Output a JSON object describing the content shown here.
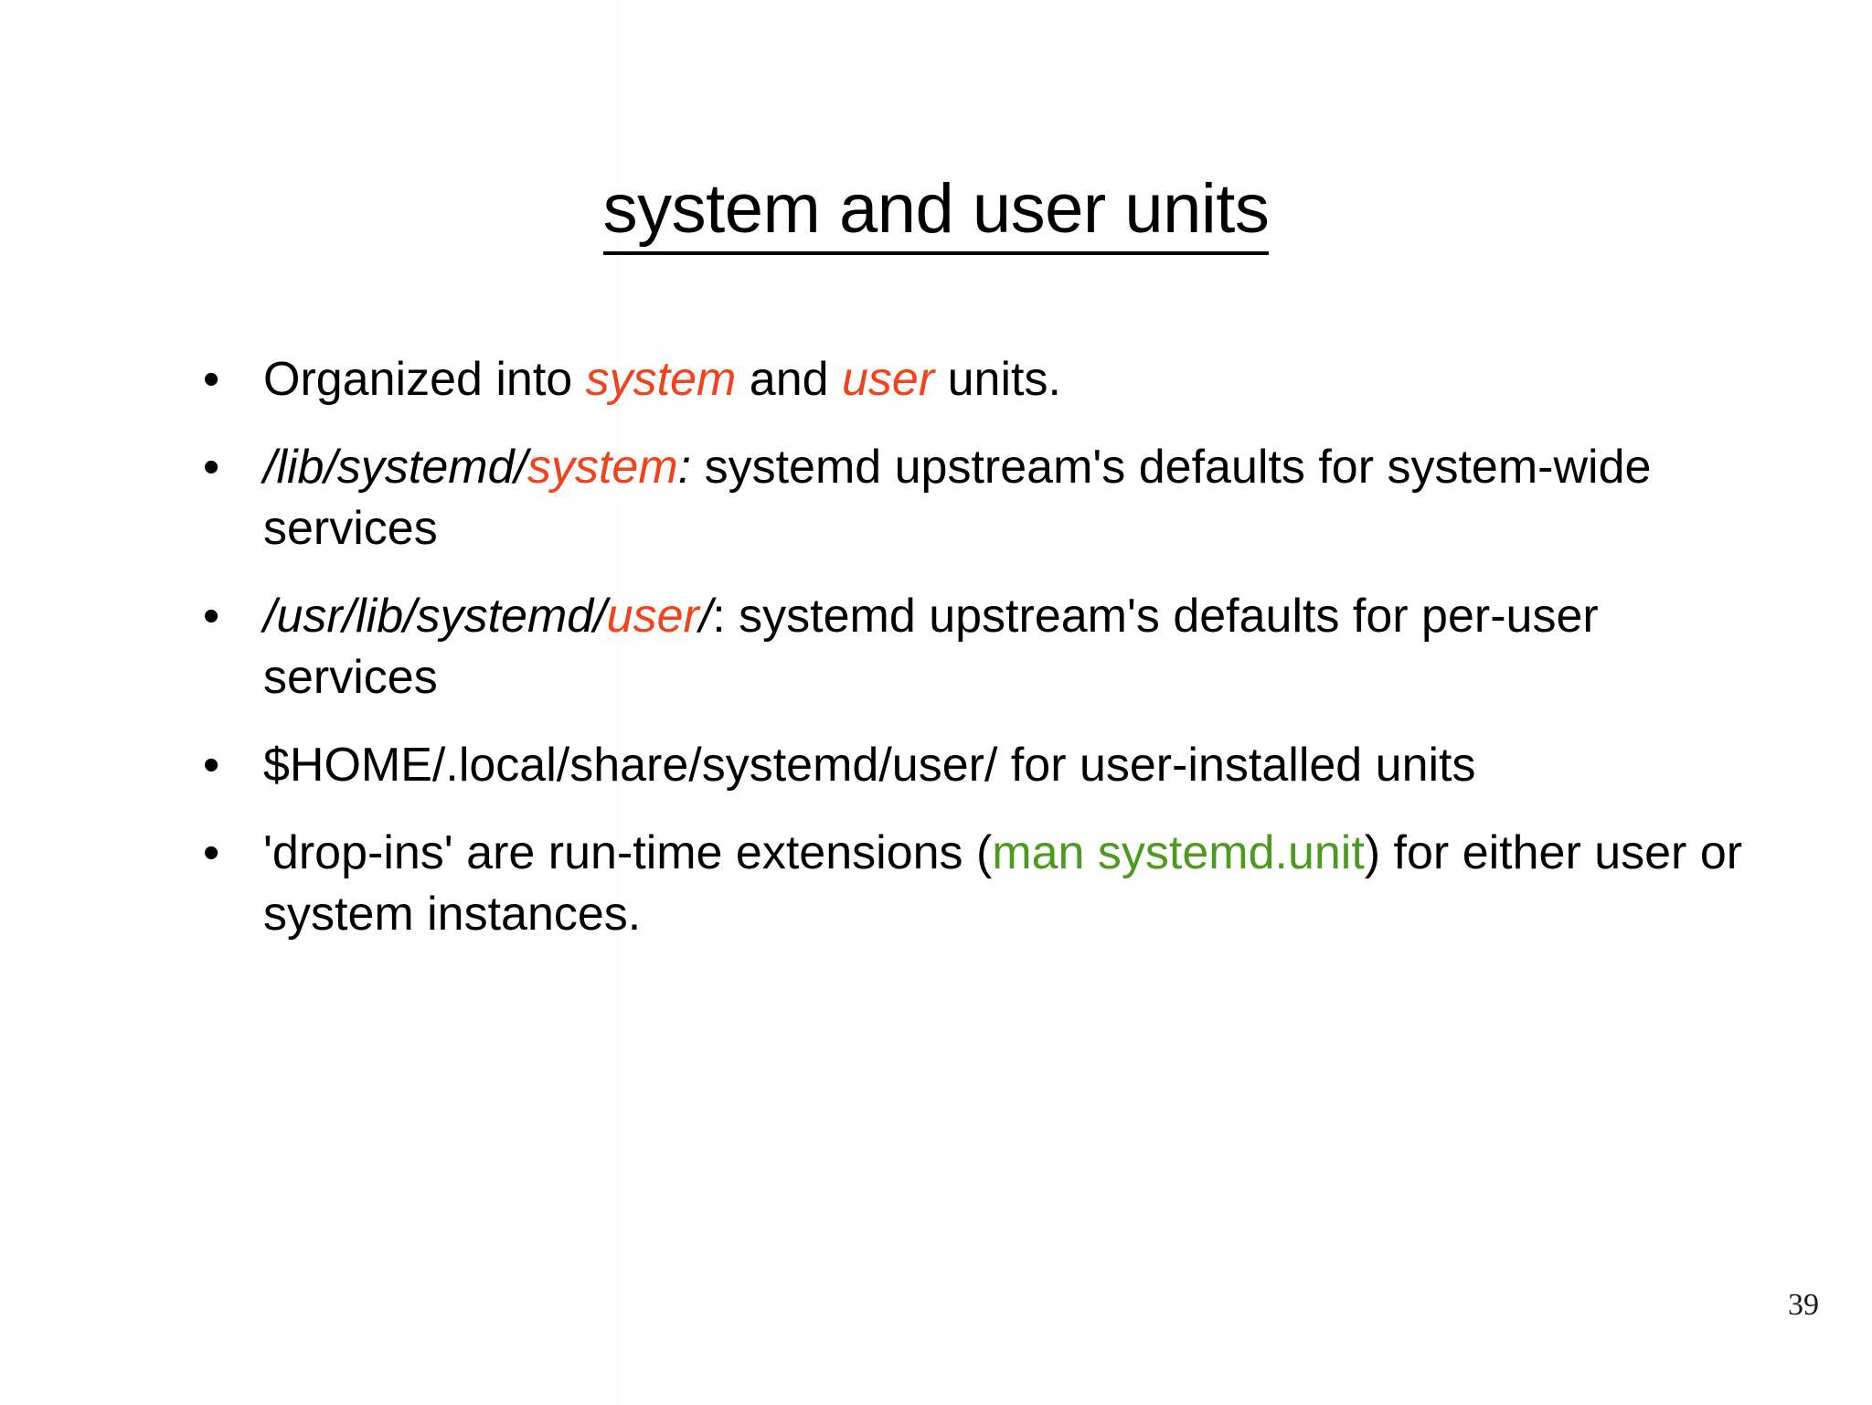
{
  "slide": {
    "title": "system and user units",
    "page_number": "39",
    "colors": {
      "background": "#FFFFFF",
      "text": "#000000",
      "accent_orange": "#F4411A",
      "accent_green": "#4C9A1E"
    },
    "bullet_marker": "•",
    "bullets": [
      {
        "id": "organized-into",
        "plain_text": "Organized into system and user units.",
        "segments": [
          {
            "text": "Organized into ",
            "style": "plain"
          },
          {
            "text": "system",
            "style": "orange-italic"
          },
          {
            "text": " and ",
            "style": "plain"
          },
          {
            "text": "user",
            "style": "orange-italic"
          },
          {
            "text": " units.",
            "style": "plain"
          }
        ]
      },
      {
        "id": "lib-systemd-system",
        "plain_text": "/lib/systemd/system: systemd upstream's defaults for system-wide services",
        "segments": [
          {
            "text": "/lib/systemd/",
            "style": "italic"
          },
          {
            "text": "system",
            "style": "orange-italic"
          },
          {
            "text": ":",
            "style": "italic"
          },
          {
            "text": " systemd upstream's defaults for system-wide services",
            "style": "plain"
          }
        ]
      },
      {
        "id": "usr-lib-systemd-user",
        "plain_text": "/usr/lib/systemd/user/: systemd upstream's defaults for per-user services",
        "segments": [
          {
            "text": "/usr/lib/systemd/",
            "style": "italic"
          },
          {
            "text": "user",
            "style": "orange-italic"
          },
          {
            "text": "/",
            "style": "italic"
          },
          {
            "text": ": systemd upstream's defaults for per-user services",
            "style": "plain"
          }
        ]
      },
      {
        "id": "home-local-share",
        "plain_text": "$HOME/.local/share/systemd/user/ for user-installed units",
        "segments": [
          {
            "text": "$HOME/.local/share/systemd/user/ for user-installed units",
            "style": "plain"
          }
        ]
      },
      {
        "id": "drop-ins",
        "plain_text": "'drop-ins' are run-time extensions (man systemd.unit) for either user or system instances.",
        "segments": [
          {
            "text": "'drop-ins' are run-time extensions (",
            "style": "plain"
          },
          {
            "text": "man systemd.unit",
            "style": "green"
          },
          {
            "text": ") for either user or system instances.",
            "style": "plain"
          }
        ]
      }
    ]
  }
}
